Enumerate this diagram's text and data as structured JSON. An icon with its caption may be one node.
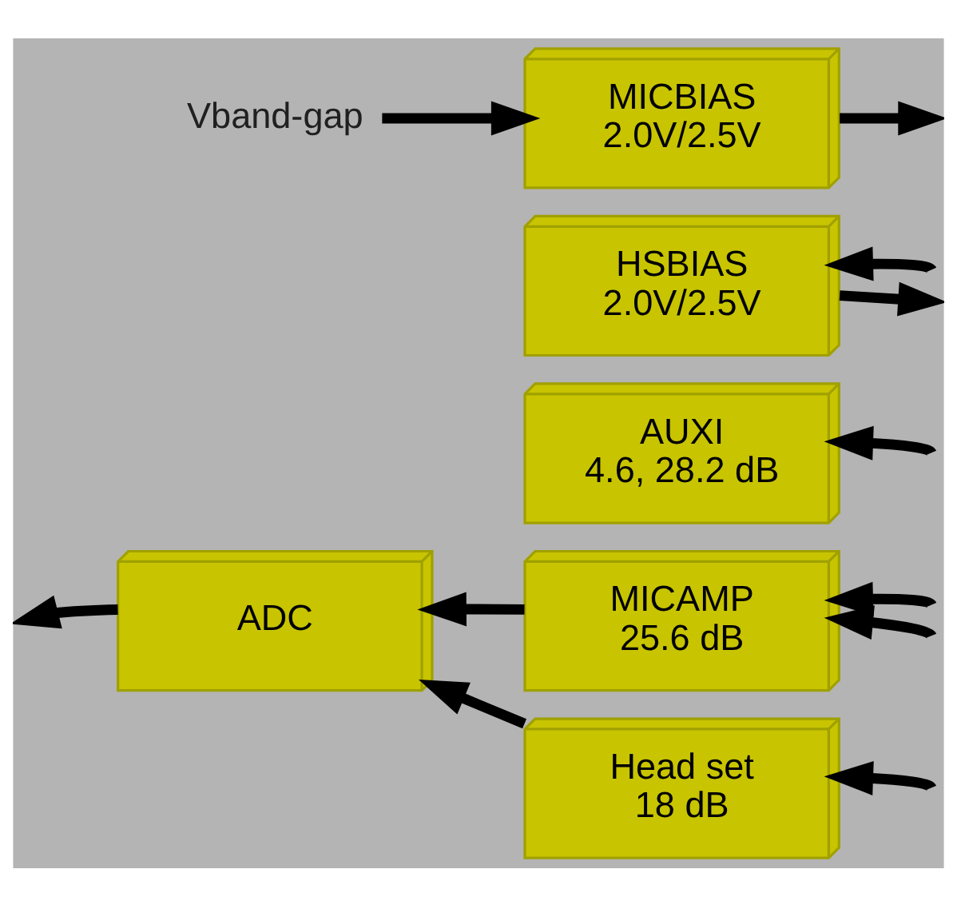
{
  "diagram": {
    "nodes": [
      {
        "text": [
          "Vband-gap"
        ]
      },
      {
        "text": [
          "MICBIAS",
          "2.0V/2.5V"
        ]
      },
      {
        "text": [
          "HSBIAS",
          "2.0V/2.5V"
        ]
      },
      {
        "text": [
          "ADC"
        ]
      },
      {
        "text": [
          "MICAMP",
          "25.6 dB"
        ]
      },
      {
        "text": [
          "AUXI",
          "4.6, 28.2 dB"
        ]
      },
      {
        "text": [
          "Head set",
          "18 dB"
        ]
      }
    ],
    "edges": [
      {
        "from": 0,
        "to": 1,
        "arrow": "to"
      },
      {
        "from": 1,
        "to": null,
        "arrow": "to"
      },
      {
        "from": null,
        "to": 2,
        "arrow": "to"
      },
      {
        "from": 2,
        "to": null,
        "arrow": "to"
      },
      {
        "from": 3,
        "to": null,
        "arrow": "to"
      },
      {
        "from": 4,
        "to": 3,
        "arrow": "to"
      },
      {
        "from": 6,
        "to": 3,
        "arrow": "to"
      },
      {
        "from": null,
        "to": 4,
        "arrow": "to"
      },
      {
        "from": null,
        "to": 4,
        "arrow": "to"
      },
      {
        "from": null,
        "to": 5,
        "arrow": "to"
      },
      {
        "from": null,
        "to": 6,
        "arrow": "to"
      }
    ]
  }
}
